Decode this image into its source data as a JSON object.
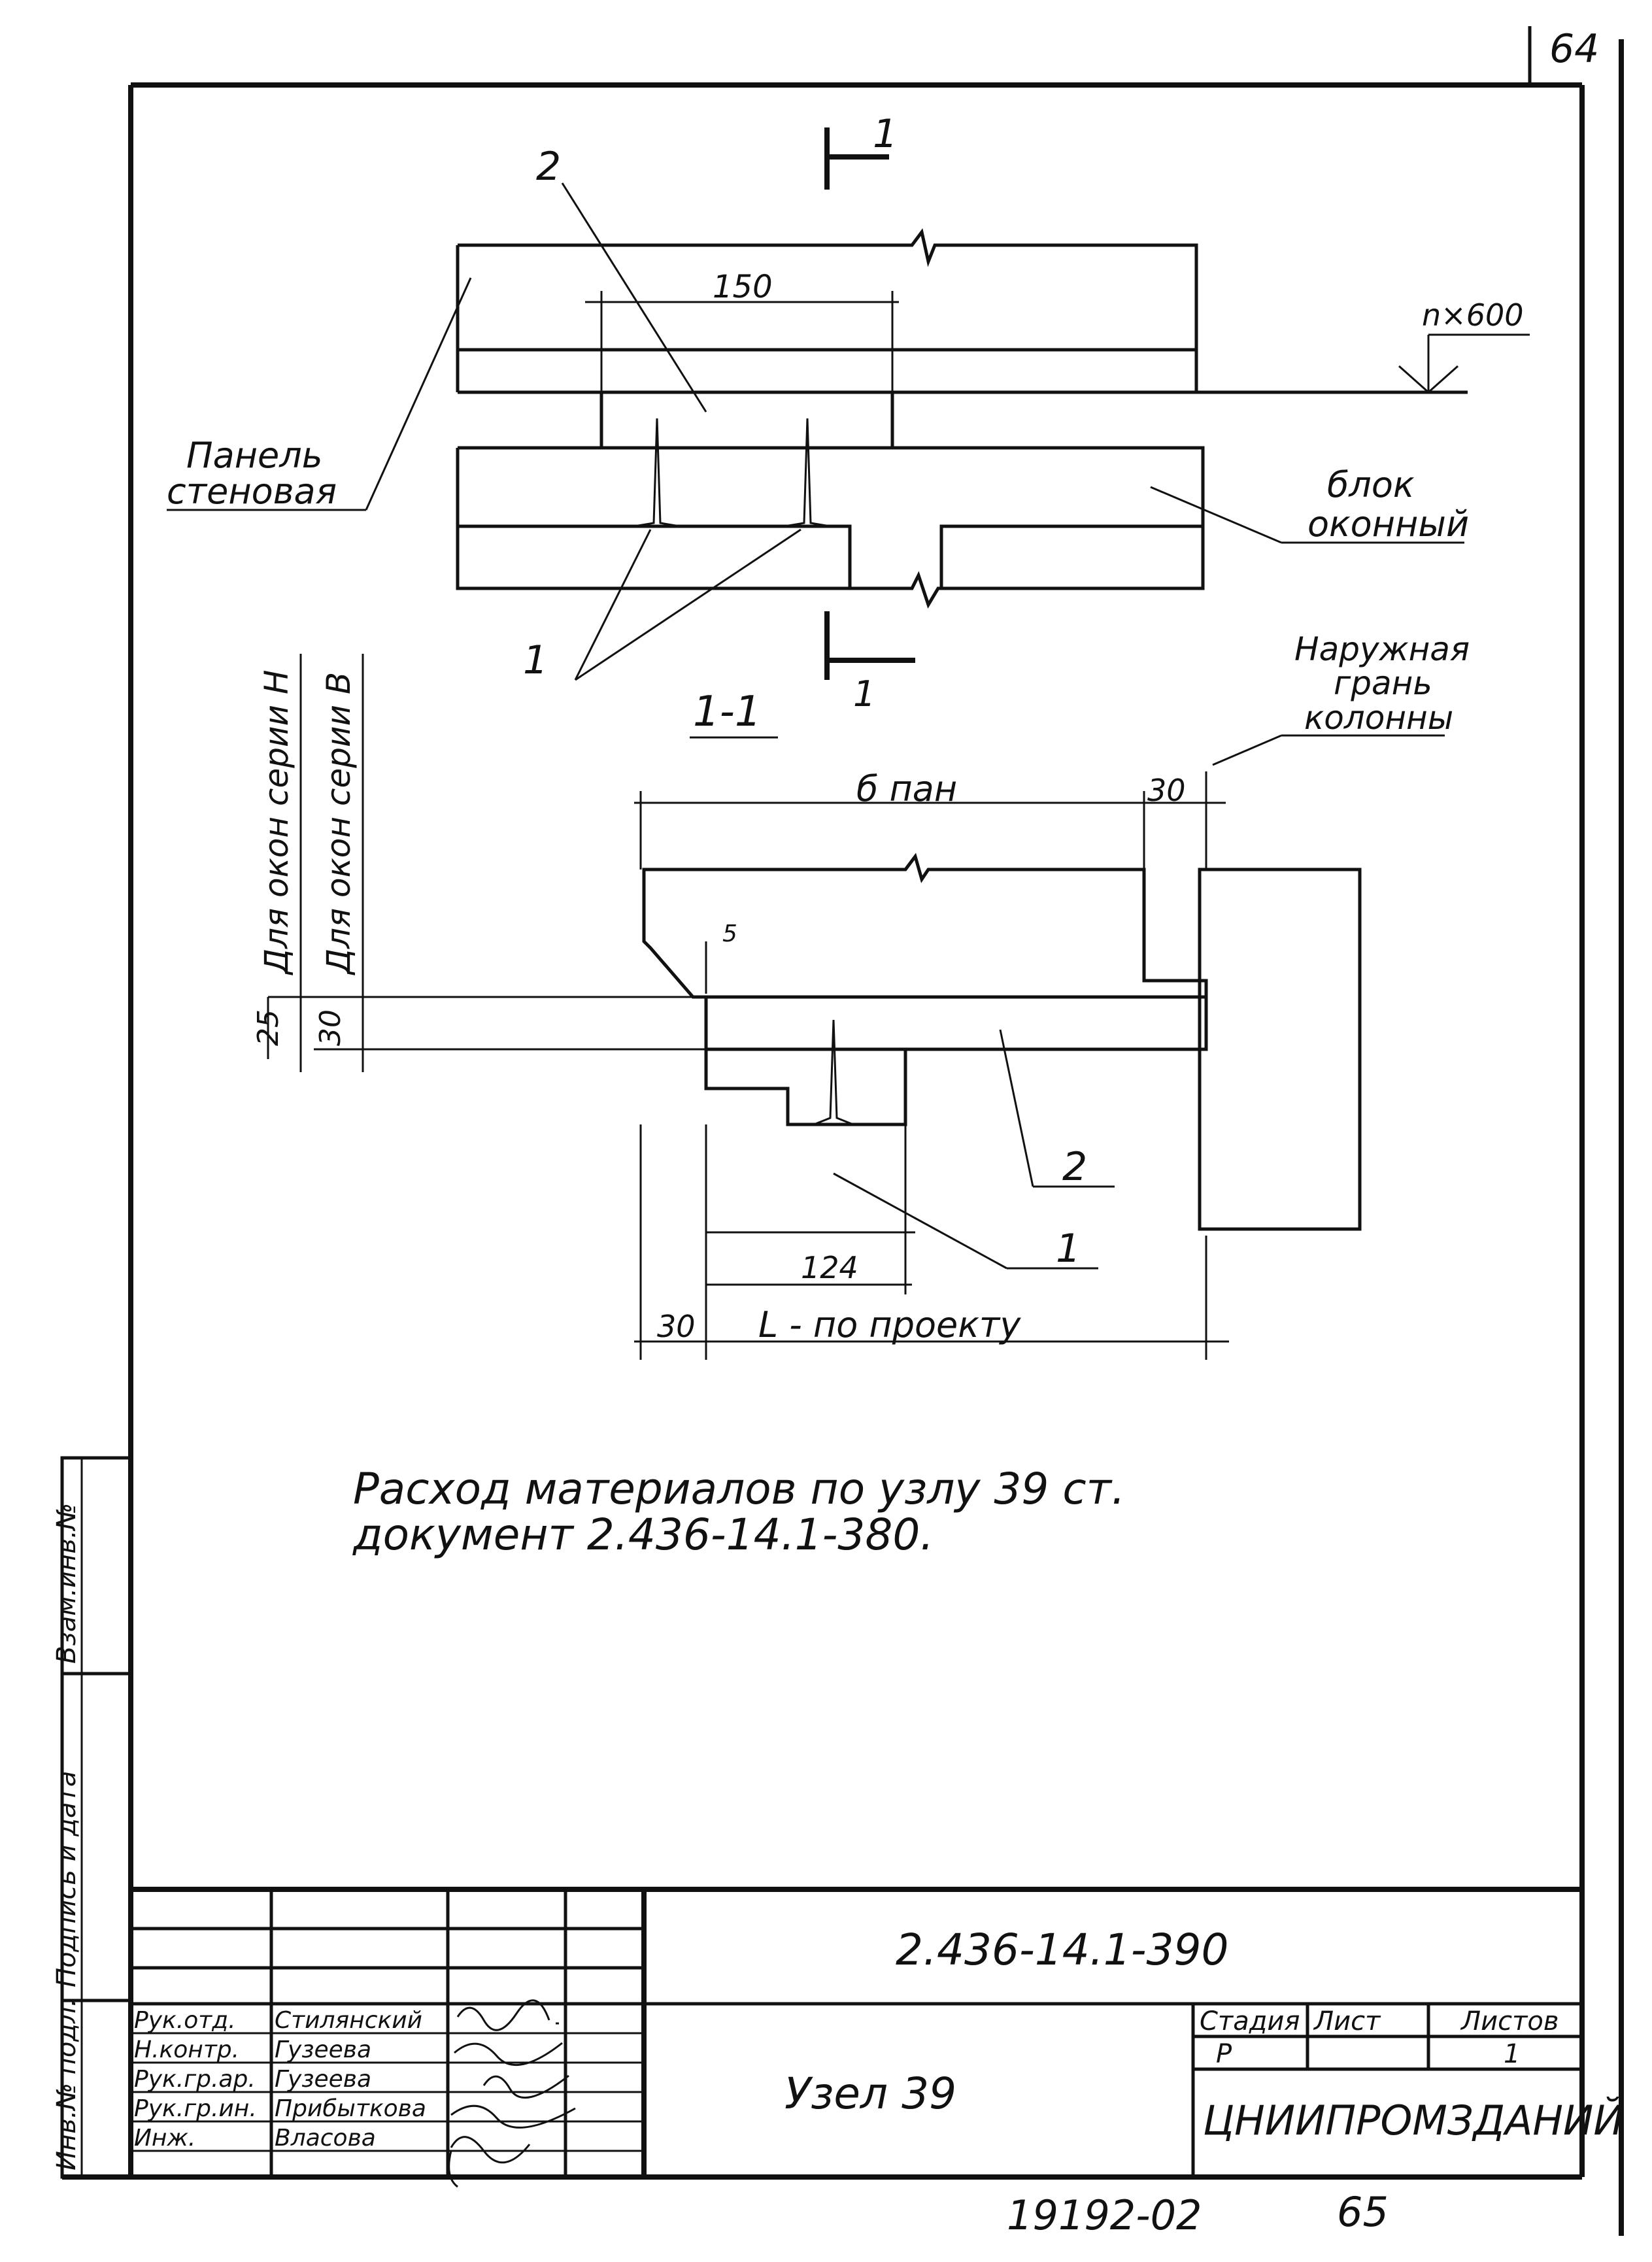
{
  "page_number": "64",
  "plan": {
    "section_mark_top": "1",
    "section_mark_bottom": "1",
    "callout_2": "2",
    "callout_1": "1",
    "dim_150": "150",
    "dim_nx600": "n×600",
    "label_panel": [
      "Панель",
      "стеновая"
    ],
    "label_block": [
      "блок",
      "оконный"
    ]
  },
  "section": {
    "title": "1-1",
    "dim_b_plan": "б пан",
    "dim_30_top": "30",
    "dim_5": "5",
    "dim_25": "25",
    "dim_30_left": "30",
    "dim_124": "124",
    "dim_30_bottom": "30",
    "dim_l": "L - по проекту",
    "callout_2": "2",
    "callout_1": "1",
    "label_column": [
      "Наружная",
      "грань",
      "колонны"
    ],
    "label_series_h": "Для окон серии H",
    "label_series_b": "Для окон серии В"
  },
  "note": [
    "Расход материалов по узлу 39 ст.",
    "документ 2.436-14.1-380."
  ],
  "side_stamp": {
    "vzam": "Взам.инв.№",
    "podpis": "Подпись и дата",
    "inv": "Инв.№ подл."
  },
  "title_block": {
    "designation": "2.436-14.1-390",
    "name": "Узел 39",
    "org": "ЦНИИПРОМЗДАНИЙ",
    "headers": [
      "Стадия",
      "Лист",
      "Листов"
    ],
    "values": [
      "Р",
      "",
      "1"
    ],
    "roles": [
      {
        "role": "Рук.отд.",
        "name": "Стилянский"
      },
      {
        "role": "Н.контр.",
        "name": "Гузеева"
      },
      {
        "role": "Рук.гр.ар.",
        "name": "Гузеева"
      },
      {
        "role": "Рук.гр.ин.",
        "name": "Прибыткова"
      },
      {
        "role": "Инж.",
        "name": "Власова"
      }
    ]
  },
  "footer": {
    "code": "19192-02",
    "page": "65"
  }
}
